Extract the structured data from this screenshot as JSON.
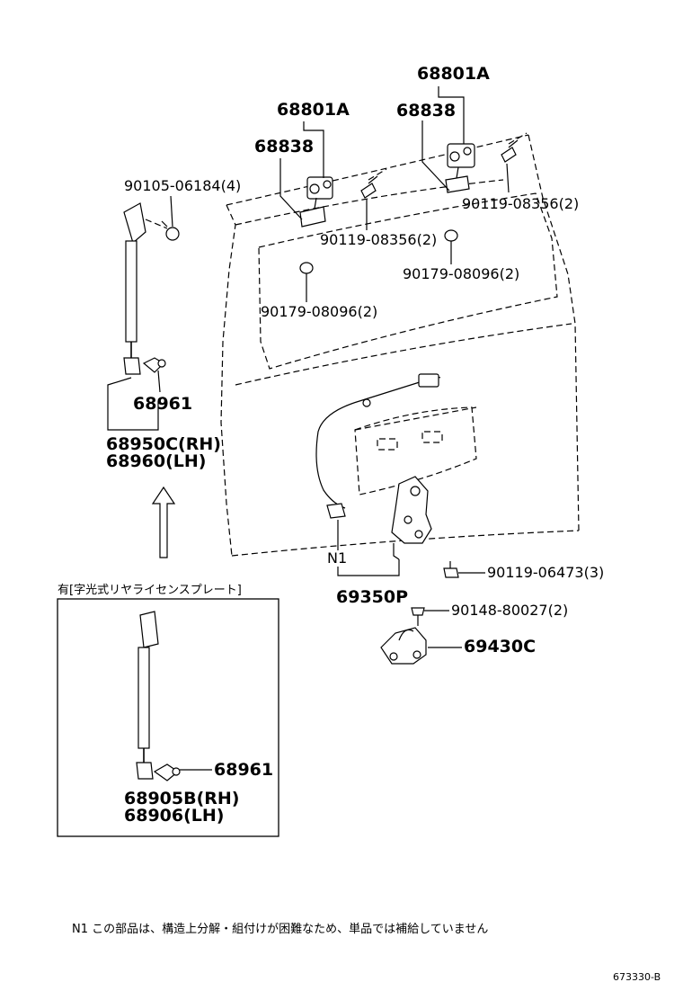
{
  "labels": {
    "hinge_left": "68801A",
    "hinge_right": "68801A",
    "bracket_left": "68838",
    "bracket_right": "68838",
    "bolt_strut_upper": "90105-06184(4)",
    "screw_right": "90119-08356(2)",
    "screw_center": "90119-08356(2)",
    "nut_right": "90179-08096(2)",
    "nut_left": "90179-08096(2)",
    "stud_ball": "68961",
    "strut_rh": "68950C(RH)",
    "strut_lh": "68960(LH)",
    "inset_stud_ball": "68961",
    "inset_strut_rh": "68905B(RH)",
    "inset_strut_lh": "68906(LH)",
    "n1_marker": "N1",
    "lock_assy": "69350P",
    "screw_lock": "90119-06473(3)",
    "screw_striker": "90148-80027(2)",
    "striker": "69430C"
  },
  "inset": {
    "title": "有[字光式リヤライセンスプレート]"
  },
  "footnote": "N1  この部品は、構造上分解・組付けが困難なため、単品では補給していません",
  "reference_code": "673330-B"
}
